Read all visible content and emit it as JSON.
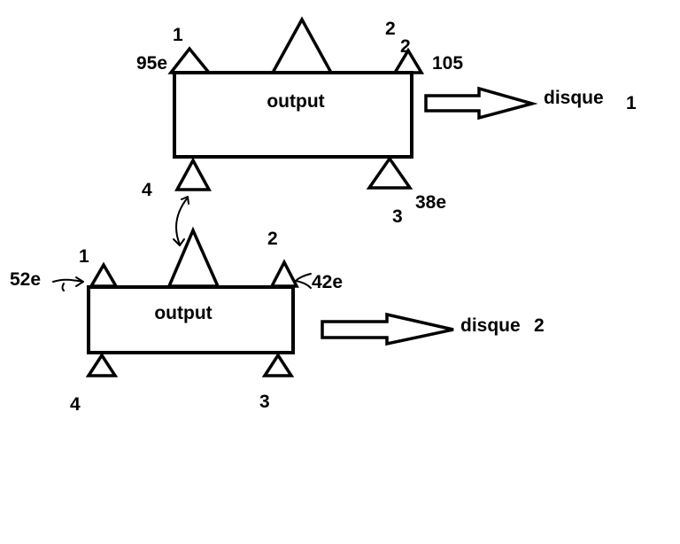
{
  "box1": {
    "label": "output",
    "pin1_number": "1",
    "pin1_value": "95e",
    "pin2_number_a": "2",
    "pin2_number_b": "2",
    "pin2_value": "105",
    "pin3_number": "3",
    "pin3_value": "38e",
    "pin4_number": "4",
    "destination": "disque",
    "destination_number": "1"
  },
  "box2": {
    "label": "output",
    "pin1_number": "1",
    "pin1_value": "52e",
    "pin2_number": "2",
    "pin2_value": "42e",
    "pin3_number": "3",
    "pin4_number": "4",
    "destination": "disque",
    "destination_number": "2"
  }
}
